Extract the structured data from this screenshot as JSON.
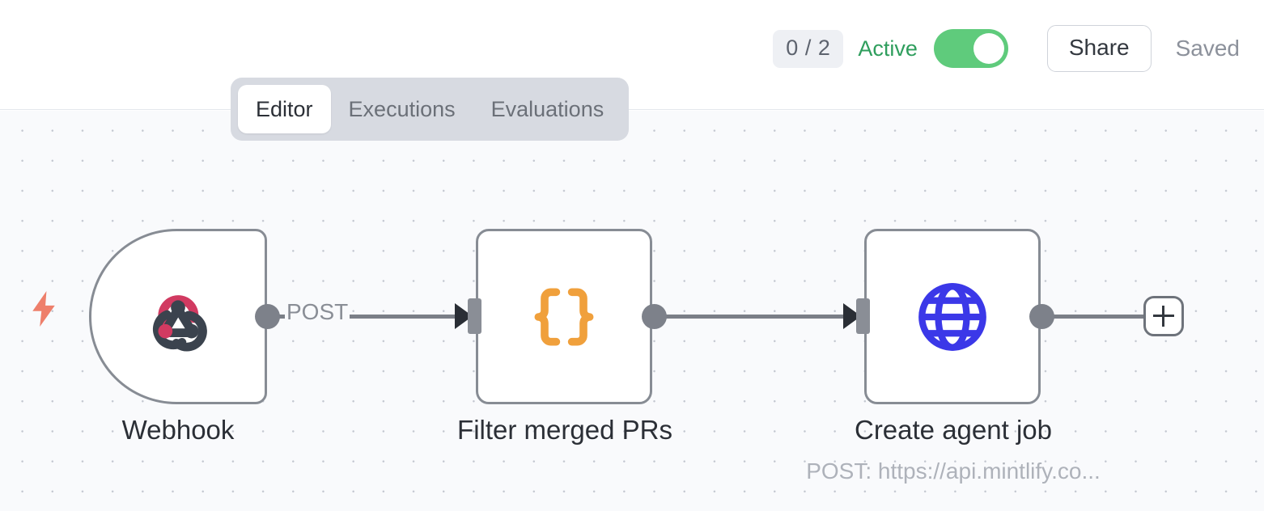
{
  "header": {
    "run_count_badge": "0 / 2",
    "active_label": "Active",
    "toggle_state": "on",
    "share_label": "Share",
    "saved_label": "Saved",
    "active_color": "#2f9e5d",
    "toggle_color": "#5fcb7c"
  },
  "tabs": [
    {
      "label": "Editor",
      "active": true
    },
    {
      "label": "Executions",
      "active": false
    },
    {
      "label": "Evaluations",
      "active": false
    }
  ],
  "canvas": {
    "background_color": "#f9fafc",
    "dot_color": "#c3c7d0",
    "trigger_marker_icon": "lightning-bolt-icon",
    "trigger_marker_color": "#ee7f6b",
    "add_node_icon": "plus-icon"
  },
  "nodes": [
    {
      "id": "webhook",
      "icon": "webhook-icon",
      "icon_colors": [
        "#d13a61",
        "#3b434e"
      ],
      "caption": "Webhook",
      "subtitle": "",
      "shape": "trigger"
    },
    {
      "id": "filter",
      "icon": "curly-braces-icon",
      "icon_colors": [
        "#f0a03c"
      ],
      "caption": "Filter merged PRs",
      "subtitle": "",
      "shape": "square"
    },
    {
      "id": "create-agent-job",
      "icon": "globe-icon",
      "icon_colors": [
        "#3b38e8"
      ],
      "caption": "Create agent job",
      "subtitle": "POST: https://api.mintlify.co...",
      "shape": "square"
    }
  ],
  "edges": [
    {
      "from": "webhook",
      "to": "filter",
      "label": "POST"
    },
    {
      "from": "filter",
      "to": "create-agent-job",
      "label": ""
    }
  ]
}
